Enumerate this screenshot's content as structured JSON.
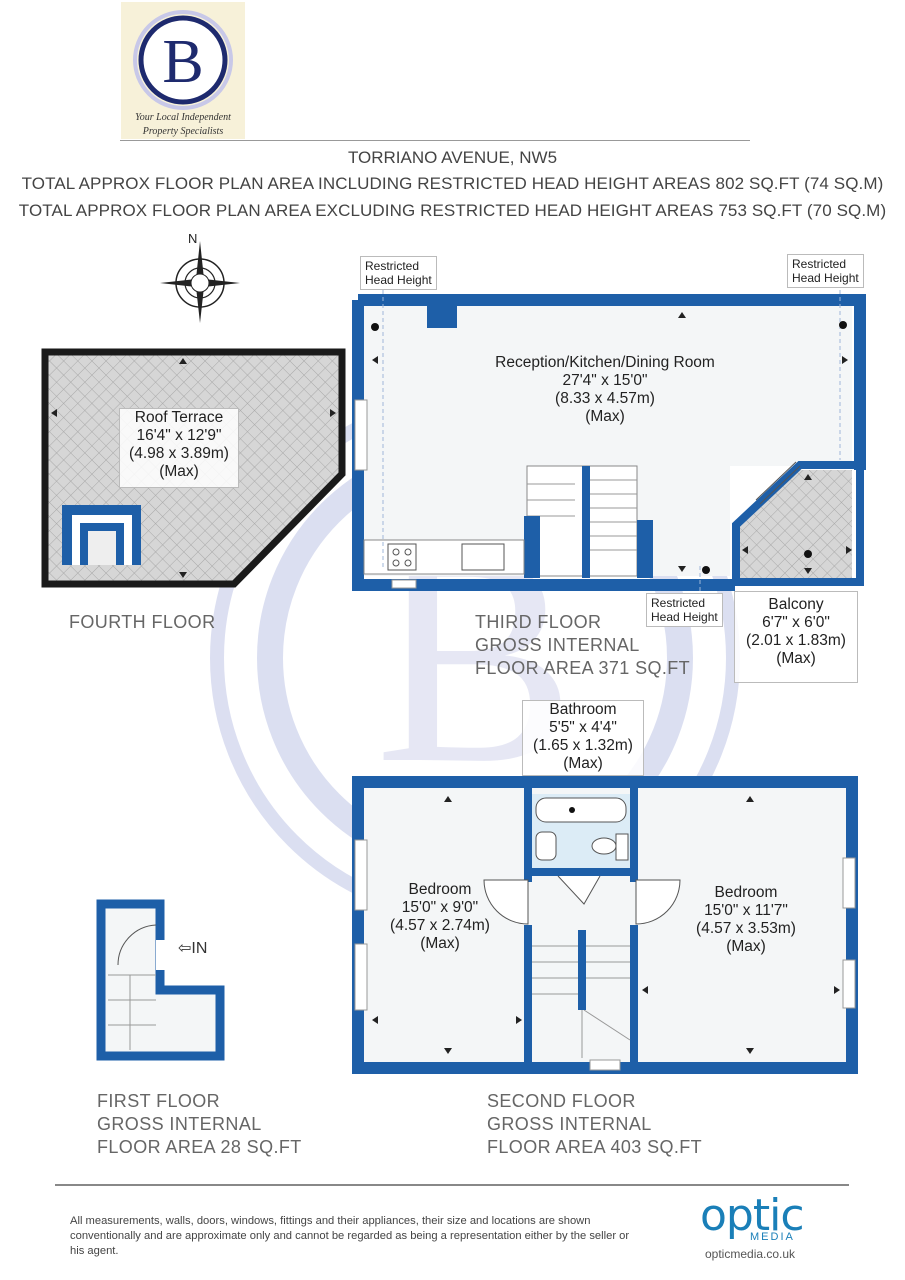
{
  "brand": {
    "logo_letter": "B",
    "tagline_line1": "Your Local Independent",
    "tagline_line2": "Property Specialists"
  },
  "header": {
    "address": "TORRIANO AVENUE, NW5",
    "area_including": "TOTAL APPROX FLOOR PLAN AREA INCLUDING RESTRICTED HEAD HEIGHT AREAS 802 SQ.FT (74 SQ.M)",
    "area_excluding": "TOTAL APPROX FLOOR PLAN AREA EXCLUDING RESTRICTED HEAD HEIGHT AREAS 753 SQ.FT (70 SQ.M)"
  },
  "compass": {
    "north_label": "N"
  },
  "fourth_floor": {
    "label": "FOURTH FLOOR",
    "roof_terrace": {
      "name": "Roof Terrace",
      "imperial": "16'4\" x 12'9\"",
      "metric": "(4.98 x 3.89m)",
      "note": "(Max)"
    }
  },
  "third_floor": {
    "label_line1": "THIRD FLOOR",
    "label_line2": "GROSS INTERNAL",
    "label_line3": "FLOOR AREA 371 SQ.FT",
    "restricted_line1": "Restricted",
    "restricted_line2": "Head Height",
    "reception": {
      "name": "Reception/Kitchen/Dining Room",
      "imperial": "27'4\" x 15'0\"",
      "metric": "(8.33 x 4.57m)",
      "note": "(Max)"
    },
    "balcony": {
      "name": "Balcony",
      "imperial": "6'7\" x 6'0\"",
      "metric": "(2.01 x 1.83m)",
      "note": "(Max)"
    }
  },
  "second_floor": {
    "label_line1": "SECOND FLOOR",
    "label_line2": "GROSS INTERNAL",
    "label_line3": "FLOOR AREA 403 SQ.FT",
    "bathroom": {
      "name": "Bathroom",
      "imperial": "5'5\" x 4'4\"",
      "metric": "(1.65 x 1.32m)",
      "note": "(Max)"
    },
    "bedroom_left": {
      "name": "Bedroom",
      "imperial": "15'0\" x 9'0\"",
      "metric": "(4.57 x 2.74m)",
      "note": "(Max)"
    },
    "bedroom_right": {
      "name": "Bedroom",
      "imperial": "15'0\" x 11'7\"",
      "metric": "(4.57 x 3.53m)",
      "note": "(Max)"
    }
  },
  "first_floor": {
    "label_line1": "FIRST FLOOR",
    "label_line2": "GROSS INTERNAL",
    "label_line3": "FLOOR AREA 28 SQ.FT",
    "entrance": "IN"
  },
  "footer": {
    "disclaimer": "All measurements, walls, doors, windows, fittings and their appliances, their size and locations are shown conventionally and are approximate only and cannot be regarded as being a representation either by the seller or his agent.",
    "company_word": "optic",
    "company_sub": "MEDIA",
    "company_url": "opticmedia.co.uk"
  },
  "colors": {
    "wall": "#1e5fa8",
    "terrace_wall": "#1a1a1a",
    "hatch": "#d9d9d9",
    "optic_blue": "#1a7fb8"
  }
}
